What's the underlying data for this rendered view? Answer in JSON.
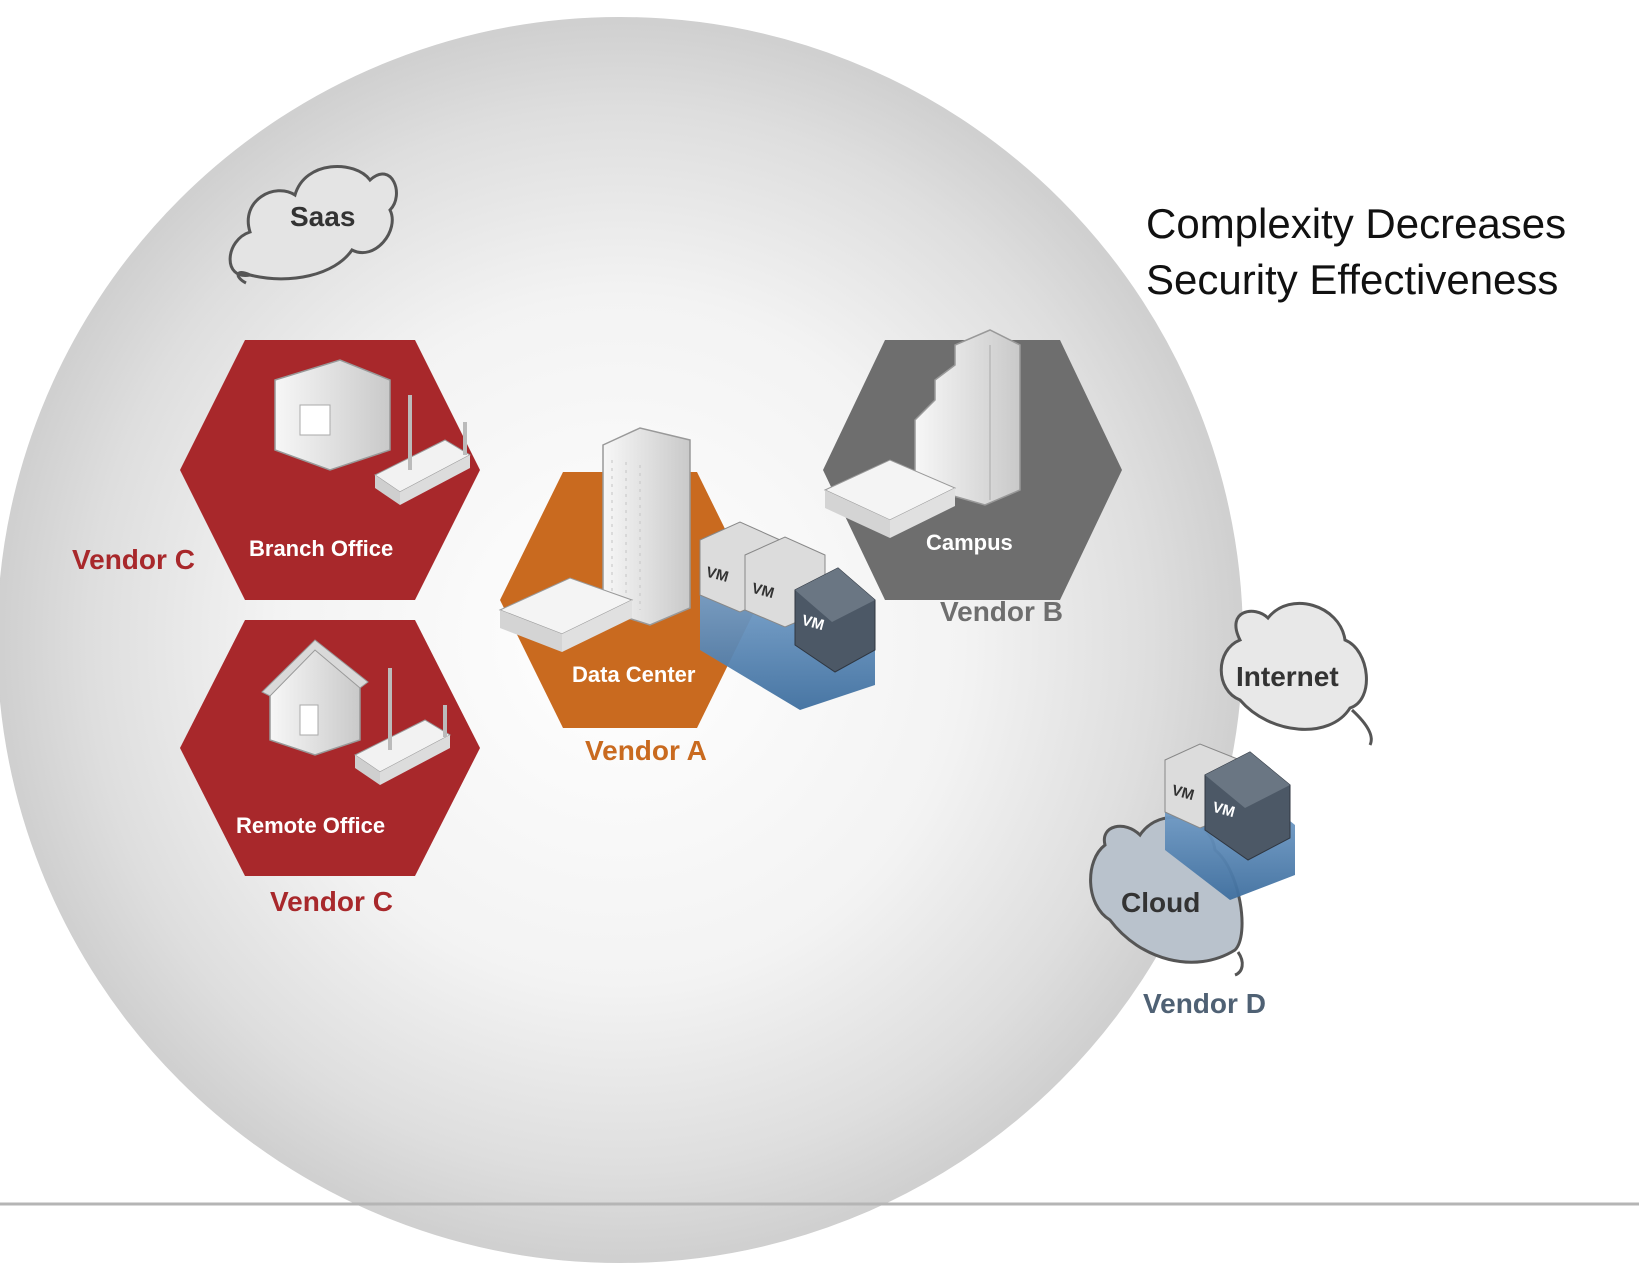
{
  "title": {
    "line1": "Complexity Decreases",
    "line2": "Security Effectiveness"
  },
  "nodes": {
    "saas": {
      "label": "Saas"
    },
    "branch_office": {
      "label": "Branch Office",
      "vendor": "Vendor C"
    },
    "remote_office": {
      "label": "Remote Office",
      "vendor": "Vendor C"
    },
    "data_center": {
      "label": "Data Center",
      "vendor": "Vendor A"
    },
    "campus": {
      "label": "Campus",
      "vendor": "Vendor B"
    },
    "internet": {
      "label": "Internet"
    },
    "cloud": {
      "label": "Cloud",
      "vendor": "Vendor D"
    }
  },
  "vm_label": "VM",
  "colors": {
    "vendor_c": "#a8282b",
    "vendor_a": "#c96a1f",
    "vendor_b": "#6e6e6e",
    "vendor_d": "#4f6174",
    "hypervisor": "#5b86b3"
  }
}
